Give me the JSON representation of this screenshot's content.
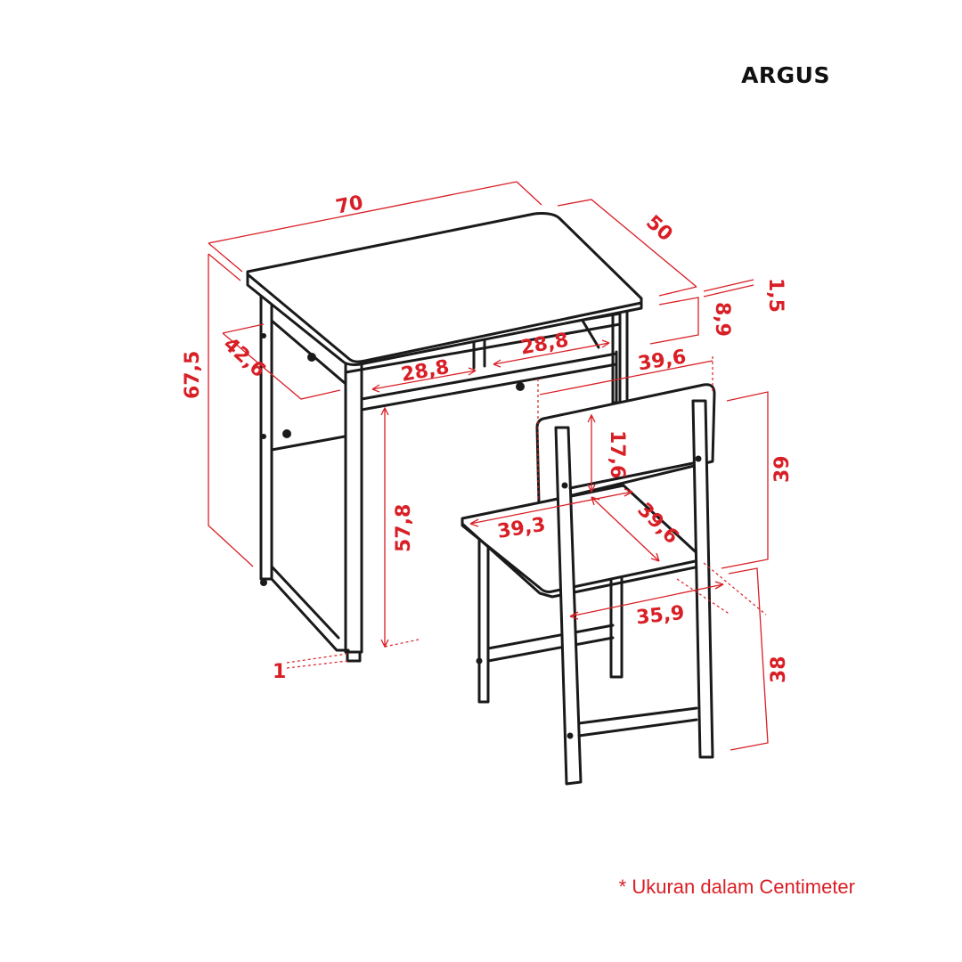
{
  "title": "ARGUS",
  "footnote": "* Ukuran dalam Centimeter",
  "accent_color": "#d91f26",
  "line_color": "#1a1a1a",
  "dimensions": {
    "table_width": "70",
    "table_depth": "50",
    "top_thickness": "1,5",
    "apron_height": "8,9",
    "table_height": "67,5",
    "side_depth": "42,6",
    "shelf_left": "28,8",
    "shelf_right": "28,8",
    "chair_width_top": "39,6",
    "backrest_height": "17,6",
    "chair_back_height": "39",
    "seat_width": "39,3",
    "seat_depth": "39,6",
    "legroom_height": "57,8",
    "floor_gap": "1",
    "chair_base_width": "35,9",
    "seat_height": "38"
  }
}
